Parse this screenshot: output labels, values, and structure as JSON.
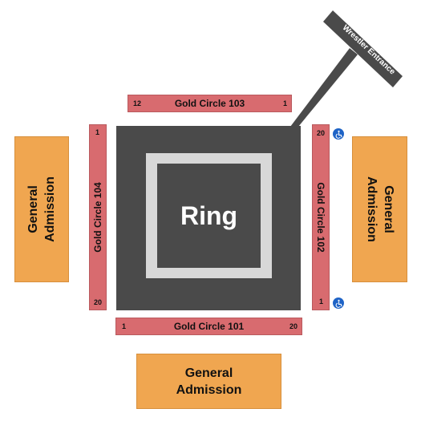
{
  "ring": {
    "label": "Ring"
  },
  "entrance": {
    "label": "Wrestler Entrance"
  },
  "sections": {
    "gc103": {
      "label": "Gold Circle 103",
      "seat_start": "12",
      "seat_end": "1"
    },
    "gc104": {
      "label": "Gold Circle 104",
      "seat_start": "1",
      "seat_end": "20"
    },
    "gc102": {
      "label": "Gold Circle 102",
      "seat_start": "20",
      "seat_end": "1"
    },
    "gc101": {
      "label": "Gold Circle 101",
      "seat_start": "1",
      "seat_end": "20"
    }
  },
  "general_admission": {
    "left": {
      "line1": "General",
      "line2": "Admission"
    },
    "right": {
      "line1": "General",
      "line2": "Admission"
    },
    "bottom": {
      "line1": "General",
      "line2": "Admission"
    }
  },
  "colors": {
    "floor": "#4a4a4a",
    "gold_circle": "#d86b6f",
    "general_admission": "#f0a650",
    "accessible": "#1e63c6"
  },
  "icons": {
    "accessible": "wheelchair-icon"
  }
}
